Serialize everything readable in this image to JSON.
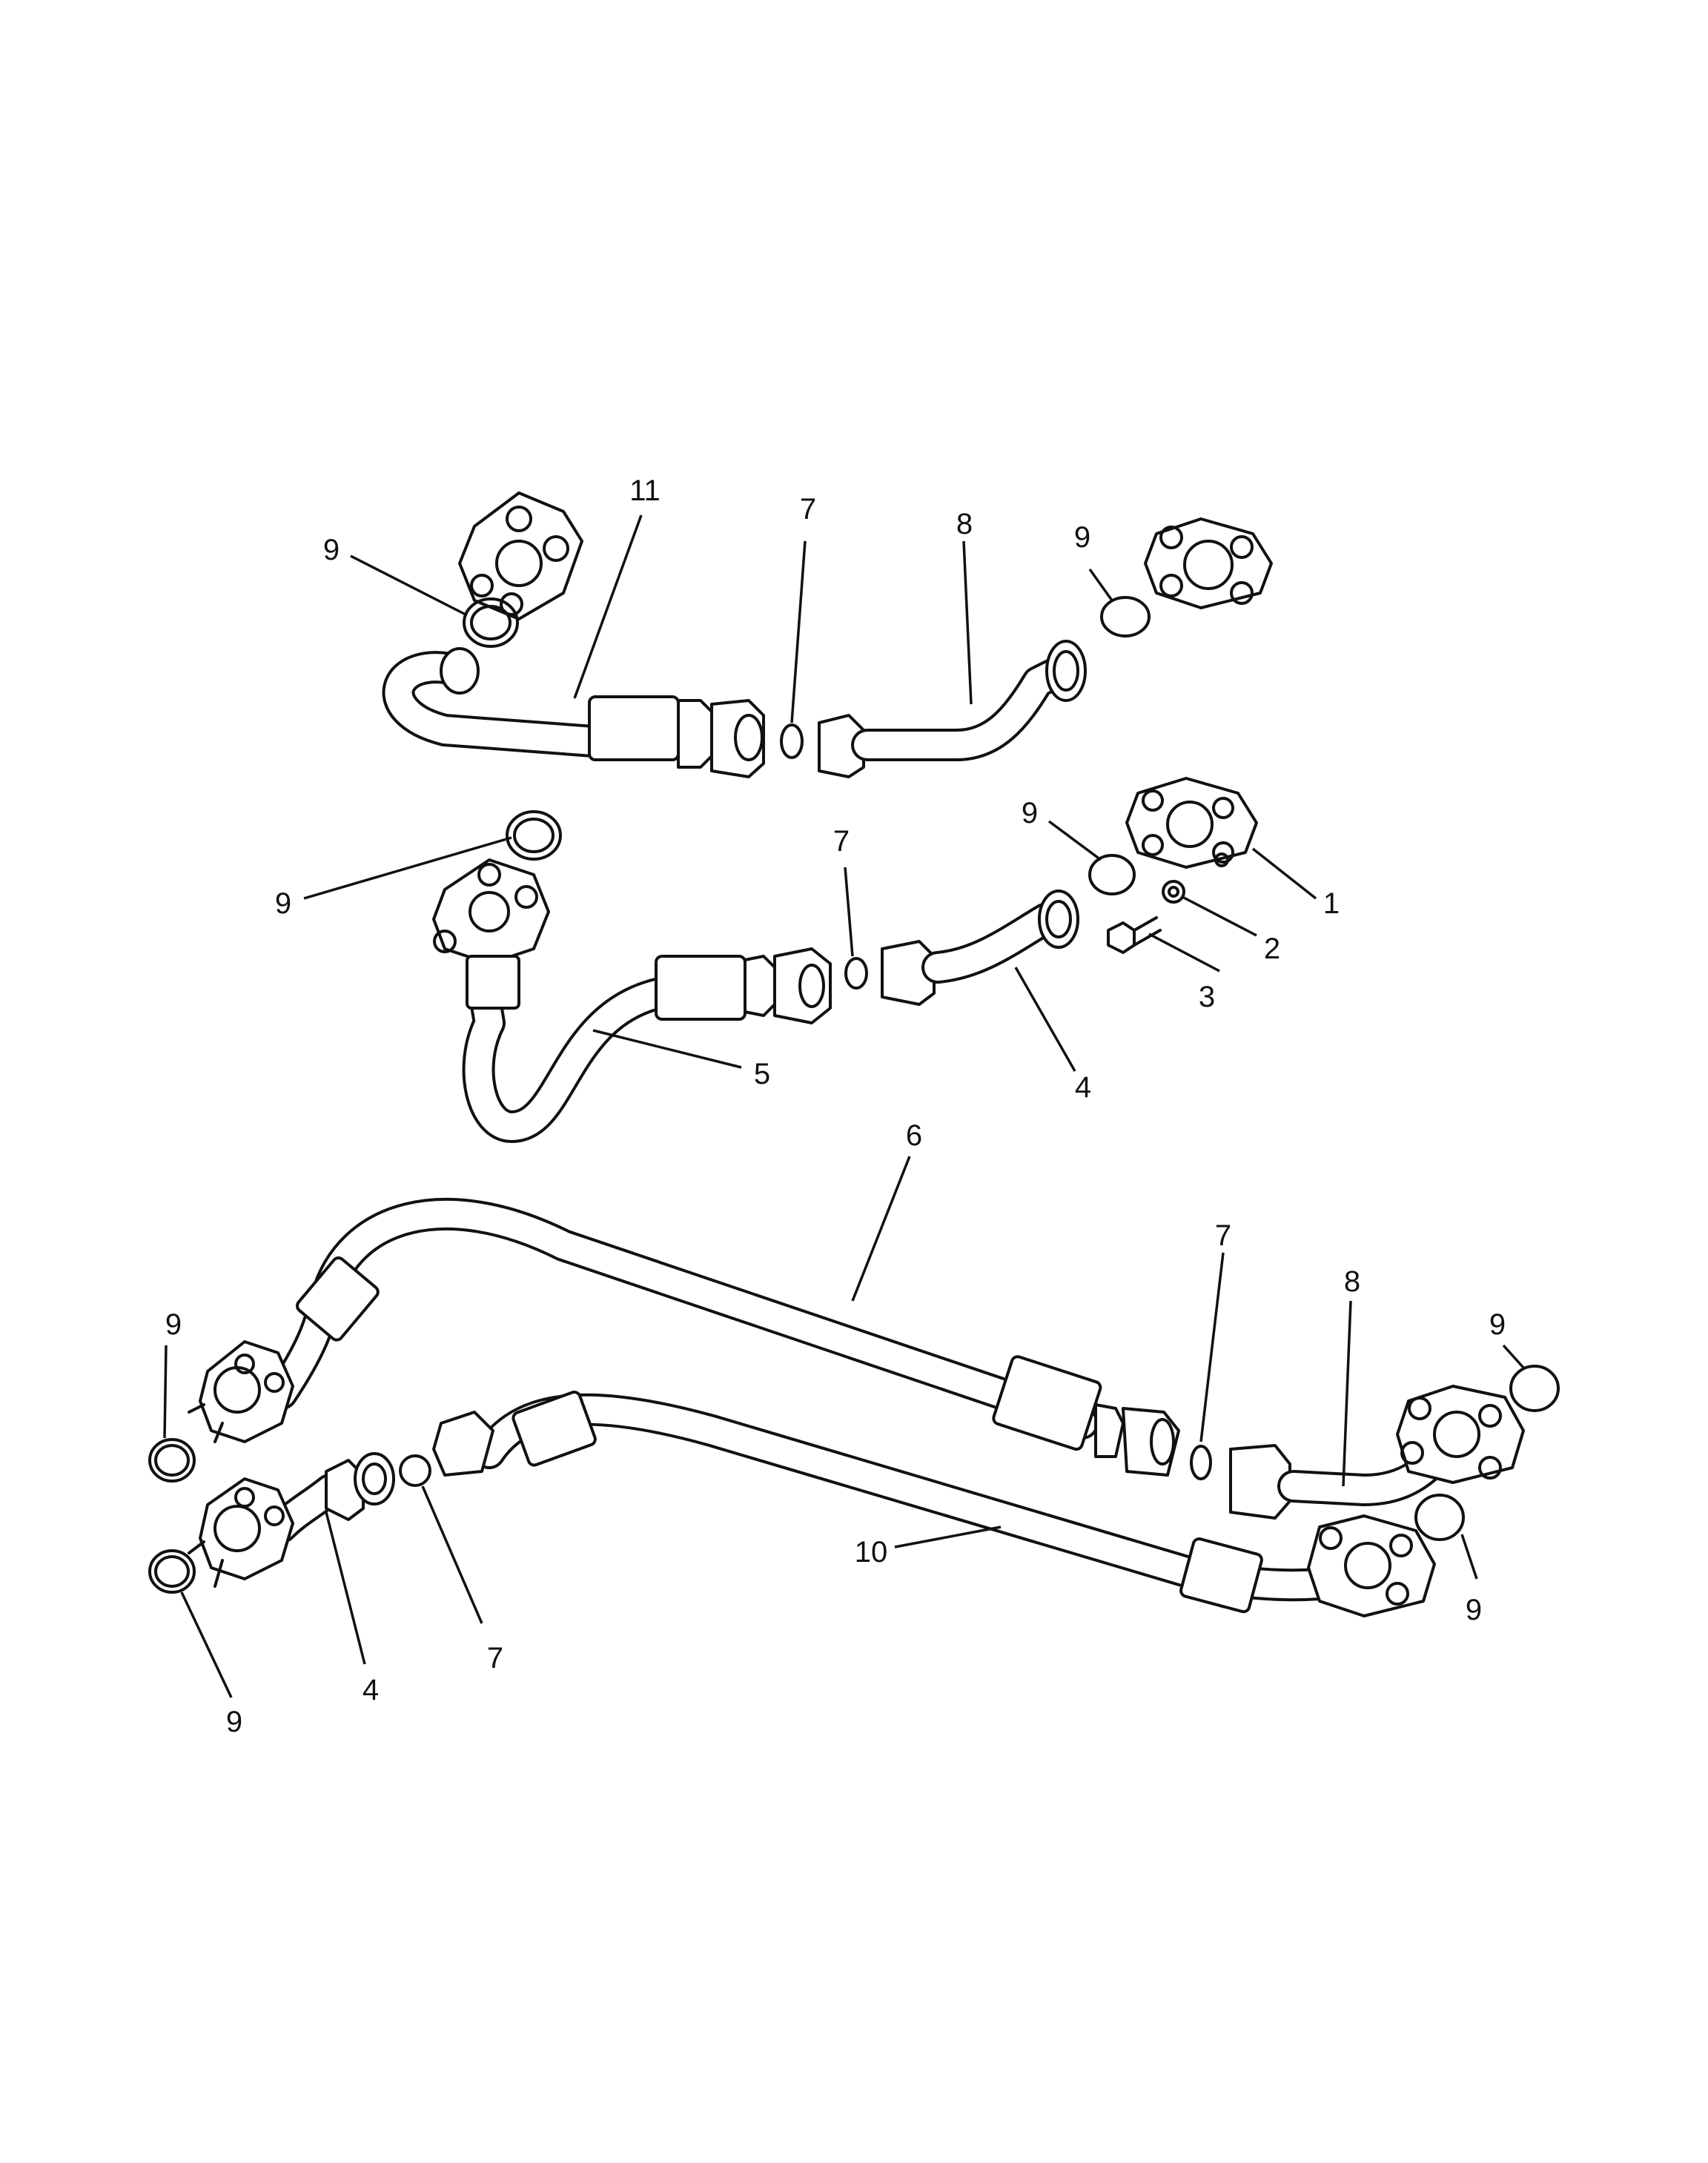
{
  "diagram": {
    "callouts": [
      {
        "id": "c1",
        "label": "11"
      },
      {
        "id": "c2",
        "label": "7"
      },
      {
        "id": "c3",
        "label": "8"
      },
      {
        "id": "c4",
        "label": "9"
      },
      {
        "id": "c5",
        "label": "9"
      },
      {
        "id": "c6",
        "label": "9"
      },
      {
        "id": "c7",
        "label": "7"
      },
      {
        "id": "c8",
        "label": "9"
      },
      {
        "id": "c9",
        "label": "1"
      },
      {
        "id": "c10",
        "label": "2"
      },
      {
        "id": "c11",
        "label": "3"
      },
      {
        "id": "c12",
        "label": "5"
      },
      {
        "id": "c13",
        "label": "4"
      },
      {
        "id": "c14",
        "label": "6"
      },
      {
        "id": "c15",
        "label": "7"
      },
      {
        "id": "c16",
        "label": "8"
      },
      {
        "id": "c17",
        "label": "9"
      },
      {
        "id": "c18",
        "label": "9"
      },
      {
        "id": "c19",
        "label": "10"
      },
      {
        "id": "c20",
        "label": "9"
      },
      {
        "id": "c21",
        "label": "4"
      },
      {
        "id": "c22",
        "label": "7"
      },
      {
        "id": "c23",
        "label": "9"
      }
    ]
  }
}
